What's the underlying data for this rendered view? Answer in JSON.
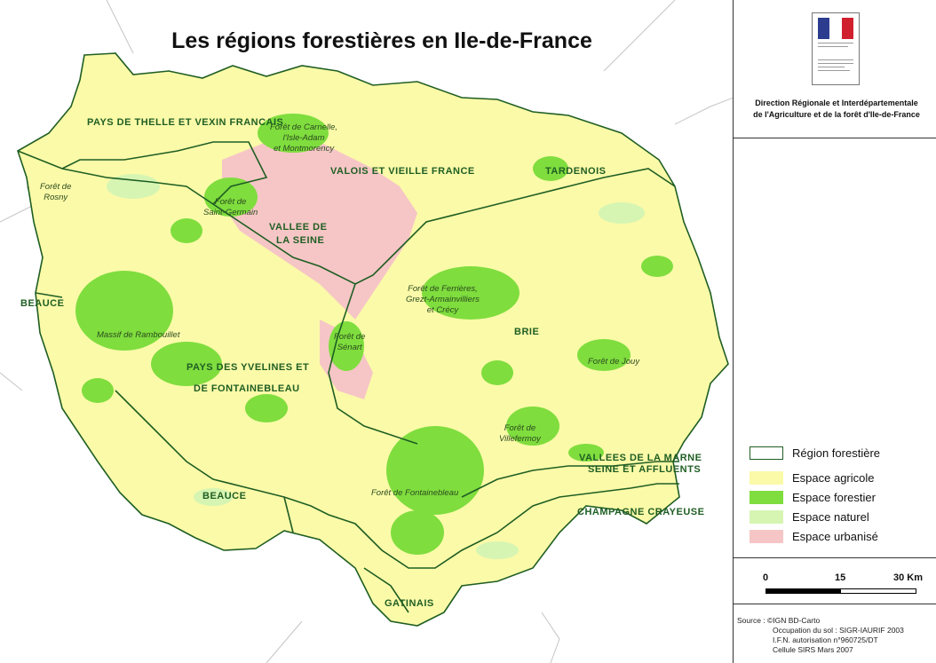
{
  "title": "Les régions forestières en Ile-de-France",
  "organization": {
    "line1": "Direction Régionale et Interdépartementale",
    "line2": "de l'Agriculture et de la forêt d'Ile-de-France"
  },
  "regions": [
    {
      "id": "thelle",
      "text": "PAYS DE THELLE ET VEXIN FRANCAIS"
    },
    {
      "id": "valois",
      "text": "VALOIS ET VIEILLE FRANCE"
    },
    {
      "id": "tardenois",
      "text": "TARDENOIS"
    },
    {
      "id": "vallee-seine-1",
      "text": "VALLEE DE"
    },
    {
      "id": "vallee-seine-2",
      "text": "LA SEINE"
    },
    {
      "id": "beauce-west",
      "text": "BEAUCE"
    },
    {
      "id": "brie",
      "text": "BRIE"
    },
    {
      "id": "yvelines-1",
      "text": "PAYS DES YVELINES ET"
    },
    {
      "id": "yvelines-2",
      "text": "DE FONTAINEBLEAU"
    },
    {
      "id": "marne-1",
      "text": "VALLEES DE LA MARNE"
    },
    {
      "id": "marne-2",
      "text": "SEINE ET AFFLUENTS"
    },
    {
      "id": "champagne",
      "text": "CHAMPAGNE CRAYEUSE"
    },
    {
      "id": "beauce-south",
      "text": "BEAUCE"
    },
    {
      "id": "gatinais",
      "text": "GATINAIS"
    }
  ],
  "forests": [
    {
      "id": "carnelle",
      "lines": [
        "Forêt de Carnelle,",
        "l'Isle-Adam",
        "et Montmorency"
      ]
    },
    {
      "id": "rosny",
      "lines": [
        "Forêt de",
        "Rosny"
      ]
    },
    {
      "id": "saint-germain",
      "lines": [
        "Forêt de",
        "Saint-Germain"
      ]
    },
    {
      "id": "ferrieres",
      "lines": [
        "Forêt de Ferrières,",
        "Grezt-Armainvilliers",
        "et Crécy"
      ]
    },
    {
      "id": "rambouillet",
      "lines": [
        "Massif de Rambouillet"
      ]
    },
    {
      "id": "senart",
      "lines": [
        "Forêt de",
        "Sénart"
      ]
    },
    {
      "id": "jouy",
      "lines": [
        "Forêt de Jouy"
      ]
    },
    {
      "id": "villefermoy",
      "lines": [
        "Forêt de",
        "Villefermoy"
      ]
    },
    {
      "id": "fontainebleau",
      "lines": [
        "Forêt de Fontainebleau"
      ]
    }
  ],
  "legend": [
    {
      "label": "Région forestière",
      "color": "#ffffff",
      "border": "#1f5e23"
    },
    {
      "label": "Espace agricole",
      "color": "#fbfaa8"
    },
    {
      "label": "Espace forestier",
      "color": "#7fdd3e"
    },
    {
      "label": "Espace naturel",
      "color": "#d6f5b3"
    },
    {
      "label": "Espace urbanisé",
      "color": "#f6c6c6"
    }
  ],
  "scale": {
    "zero": "0",
    "mid": "15",
    "max": "30 Km"
  },
  "source": {
    "line1": "Source : ©IGN BD-Carto",
    "line2": "Occupation du sol : SIGR-IAURIF 2003",
    "line3": "I.F.N. autorisation n°960725/DT",
    "line4": "Cellule SIRS Mars 2007"
  },
  "colors": {
    "agricole": "#fbfaa8",
    "forestier": "#7fdd3e",
    "naturel": "#d6f5b3",
    "urbanise": "#f6c6c6",
    "boundary": "#1f5e23",
    "outside_lines": "#bdbdbd"
  }
}
